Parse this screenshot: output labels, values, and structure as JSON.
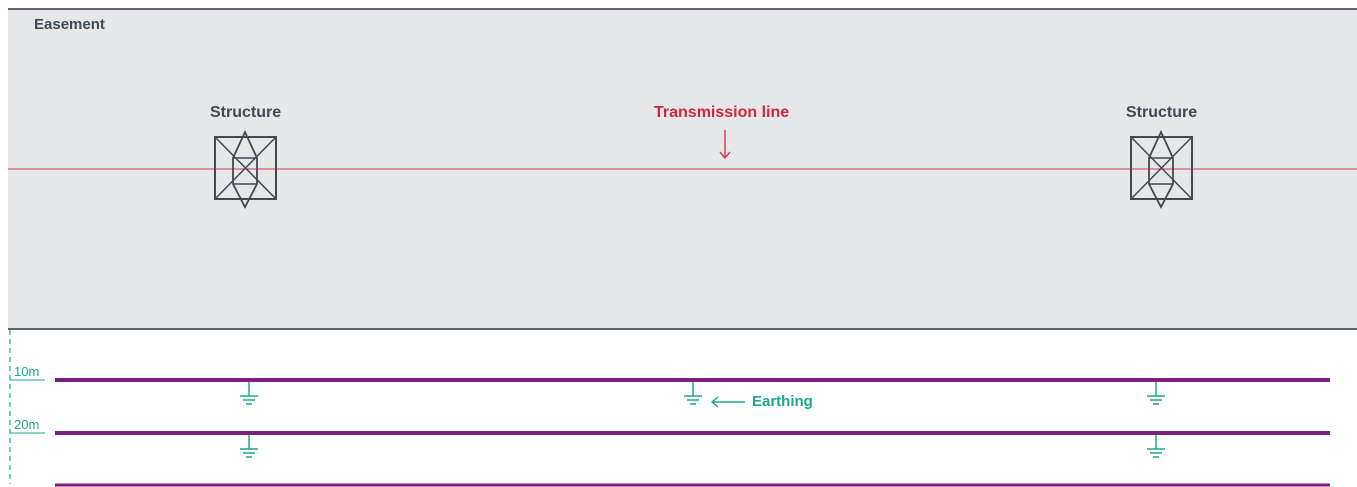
{
  "labels": {
    "easement": "Easement",
    "structure_left": "Structure",
    "structure_right": "Structure",
    "transmission_line": "Transmission line",
    "earthing": "Earthing",
    "dist_10": "10m",
    "dist_20": "20m"
  },
  "colors": {
    "easement_fill": "#e6e7e9",
    "border": "#5a6470",
    "transmission_line": "#e0344c",
    "structure": "#3f4a56",
    "pipeline": "#7a1f7f",
    "earthing": "#1aa88f"
  }
}
